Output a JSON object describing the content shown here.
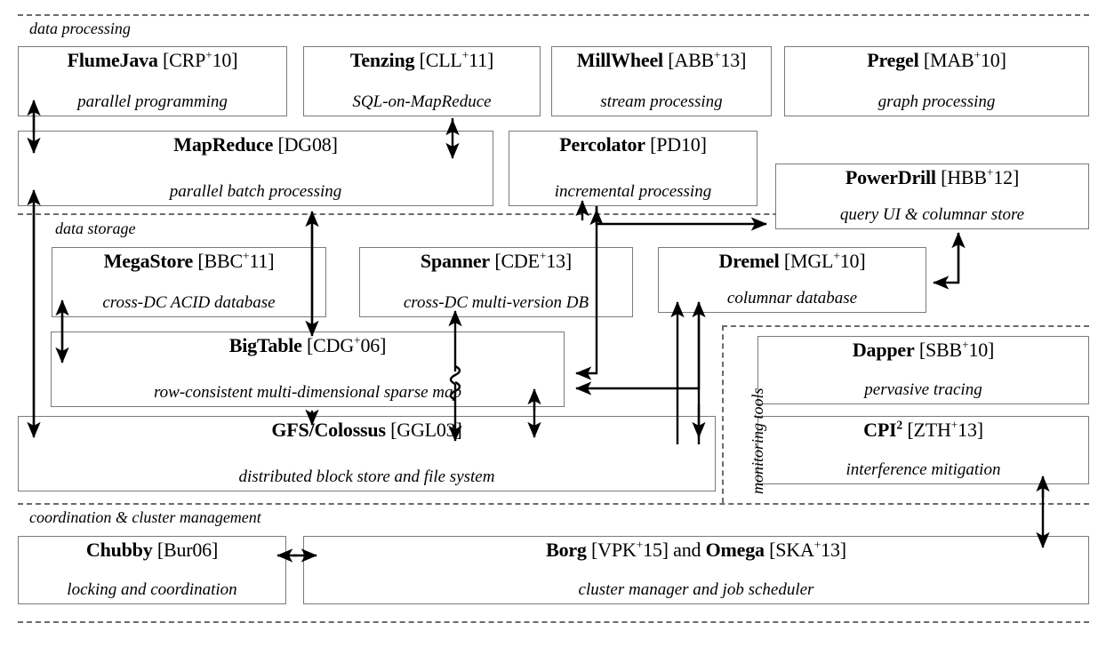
{
  "figure": {
    "bands": [
      {
        "id": "data-processing",
        "label": "data processing"
      },
      {
        "id": "data-storage",
        "label": "data storage"
      },
      {
        "id": "coordination",
        "label": "coordination & cluster management"
      }
    ],
    "vertical_group_label": "monitoring tools",
    "boxes": [
      {
        "id": "flumejava",
        "name": "FlumeJava",
        "ref": "[CRP+10]",
        "sub": "parallel programming"
      },
      {
        "id": "tenzing",
        "name": "Tenzing",
        "ref": "[CLL+11]",
        "sub": "SQL-on-MapReduce"
      },
      {
        "id": "millwheel",
        "name": "MillWheel",
        "ref": "[ABB+13]",
        "sub": "stream processing"
      },
      {
        "id": "pregel",
        "name": "Pregel",
        "ref": "[MAB+10]",
        "sub": "graph processing"
      },
      {
        "id": "mapreduce",
        "name": "MapReduce",
        "ref": "[DG08]",
        "sub": "parallel batch processing"
      },
      {
        "id": "percolator",
        "name": "Percolator",
        "ref": "[PD10]",
        "sub": "incremental processing"
      },
      {
        "id": "powerdrill",
        "name": "PowerDrill",
        "ref": "[HBB+12]",
        "sub": "query UI & columnar store"
      },
      {
        "id": "megastore",
        "name": "MegaStore",
        "ref": "[BBC+11]",
        "sub": "cross-DC ACID database"
      },
      {
        "id": "spanner",
        "name": "Spanner",
        "ref": "[CDE+13]",
        "sub": "cross-DC multi-version DB"
      },
      {
        "id": "dremel",
        "name": "Dremel",
        "ref": "[MGL+10]",
        "sub": "columnar database"
      },
      {
        "id": "bigtable",
        "name": "BigTable",
        "ref": "[CDG+06]",
        "sub": "row-consistent multi-dimensional sparse map"
      },
      {
        "id": "gfs",
        "name": "GFS/Colossus",
        "ref": "[GGL03]",
        "sub": "distributed block store and file system"
      },
      {
        "id": "dapper",
        "name": "Dapper",
        "ref": "[SBB+10]",
        "sub": "pervasive tracing"
      },
      {
        "id": "cpi2",
        "name": "CPI2",
        "ref": "[ZTH+13]",
        "sub": "interference mitigation"
      },
      {
        "id": "chubby",
        "name": "Chubby",
        "ref": "[Bur06]",
        "sub": "locking and coordination"
      },
      {
        "id": "borg-omega",
        "name": "Borg",
        "ref": "[VPK+15]",
        "name2": "Omega",
        "ref2": "[SKA+13]",
        "conjunction": "and",
        "sub": "cluster manager and job scheduler"
      }
    ]
  }
}
